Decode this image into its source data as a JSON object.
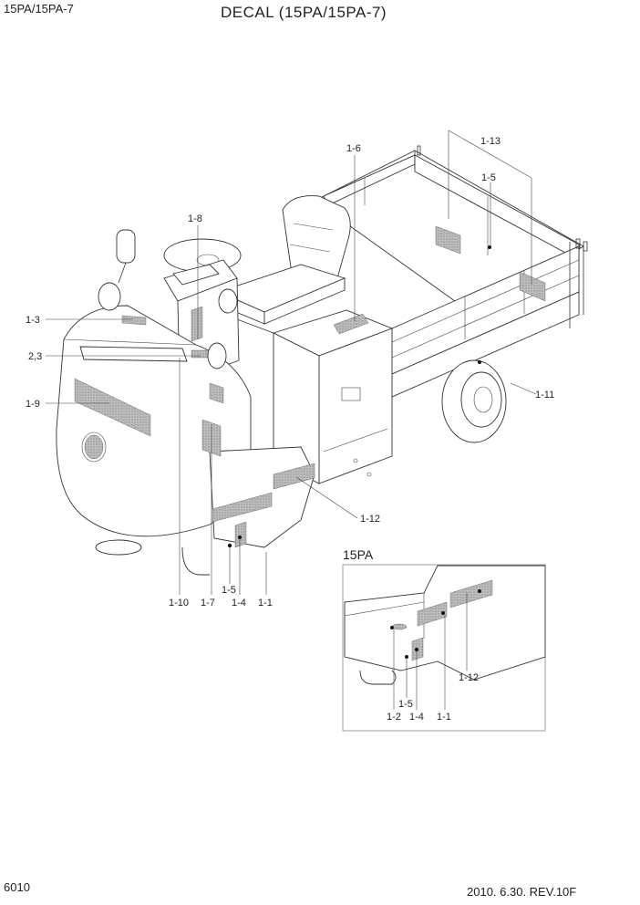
{
  "header": {
    "model": "15PA/15PA-7",
    "title": "DECAL (15PA/15PA-7)"
  },
  "footer": {
    "page_number": "6010",
    "revision": "2010. 6.30.  REV.10F"
  },
  "inset": {
    "title": "15PA",
    "labels": [
      "1-2",
      "1-5",
      "1-4",
      "1-1",
      "1-12"
    ]
  },
  "callouts": {
    "c1_13": "1-13",
    "c1_6": "1-6",
    "c1_5_top": "1-5",
    "c1_8": "1-8",
    "c1_3": "1-3",
    "c2_3": "2,3",
    "c1_9": "1-9",
    "c1_11": "1-11",
    "c1_12": "1-12",
    "c1_10": "1-10",
    "c1_7": "1-7",
    "c1_5_bottom": "1-5",
    "c1_4": "1-4",
    "c1_1": "1-1"
  }
}
